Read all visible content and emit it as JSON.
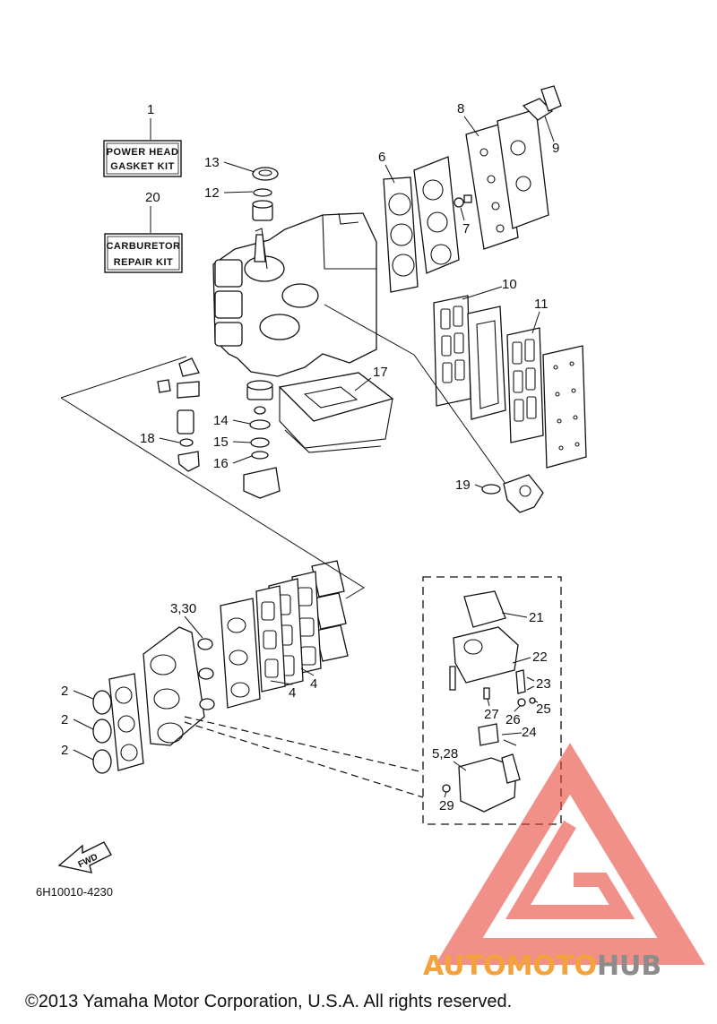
{
  "kits": {
    "power_head": {
      "number": "1",
      "line1": "POWER HEAD",
      "line2": "GASKET KIT"
    },
    "carburetor": {
      "number": "20",
      "line1": "CARBURETOR",
      "line2": "REPAIR KIT"
    }
  },
  "callouts": {
    "c2a": "2",
    "c2b": "2",
    "c2c": "2",
    "c3_30": "3,30",
    "c4a": "4",
    "c4b": "4",
    "c5_28": "5,28",
    "c6": "6",
    "c7": "7",
    "c8": "8",
    "c9": "9",
    "c10": "10",
    "c11": "11",
    "c12": "12",
    "c13": "13",
    "c14": "14",
    "c15": "15",
    "c16": "16",
    "c17": "17",
    "c18": "18",
    "c19": "19",
    "c21": "21",
    "c22": "22",
    "c23": "23",
    "c24": "24",
    "c25": "25",
    "c26": "26",
    "c27": "27",
    "c29": "29"
  },
  "fwd_label": "FWD",
  "diagram_code": "6H10010-4230",
  "copyright": "©2013 Yamaha Motor Corporation, U.S.A. All rights reserved.",
  "watermark": {
    "part1": "AUTOMOTO",
    "part2": "HUB",
    "color_orange": "#f3a23c",
    "color_red": "#e8443a",
    "color_gray": "#8c8c8c"
  }
}
